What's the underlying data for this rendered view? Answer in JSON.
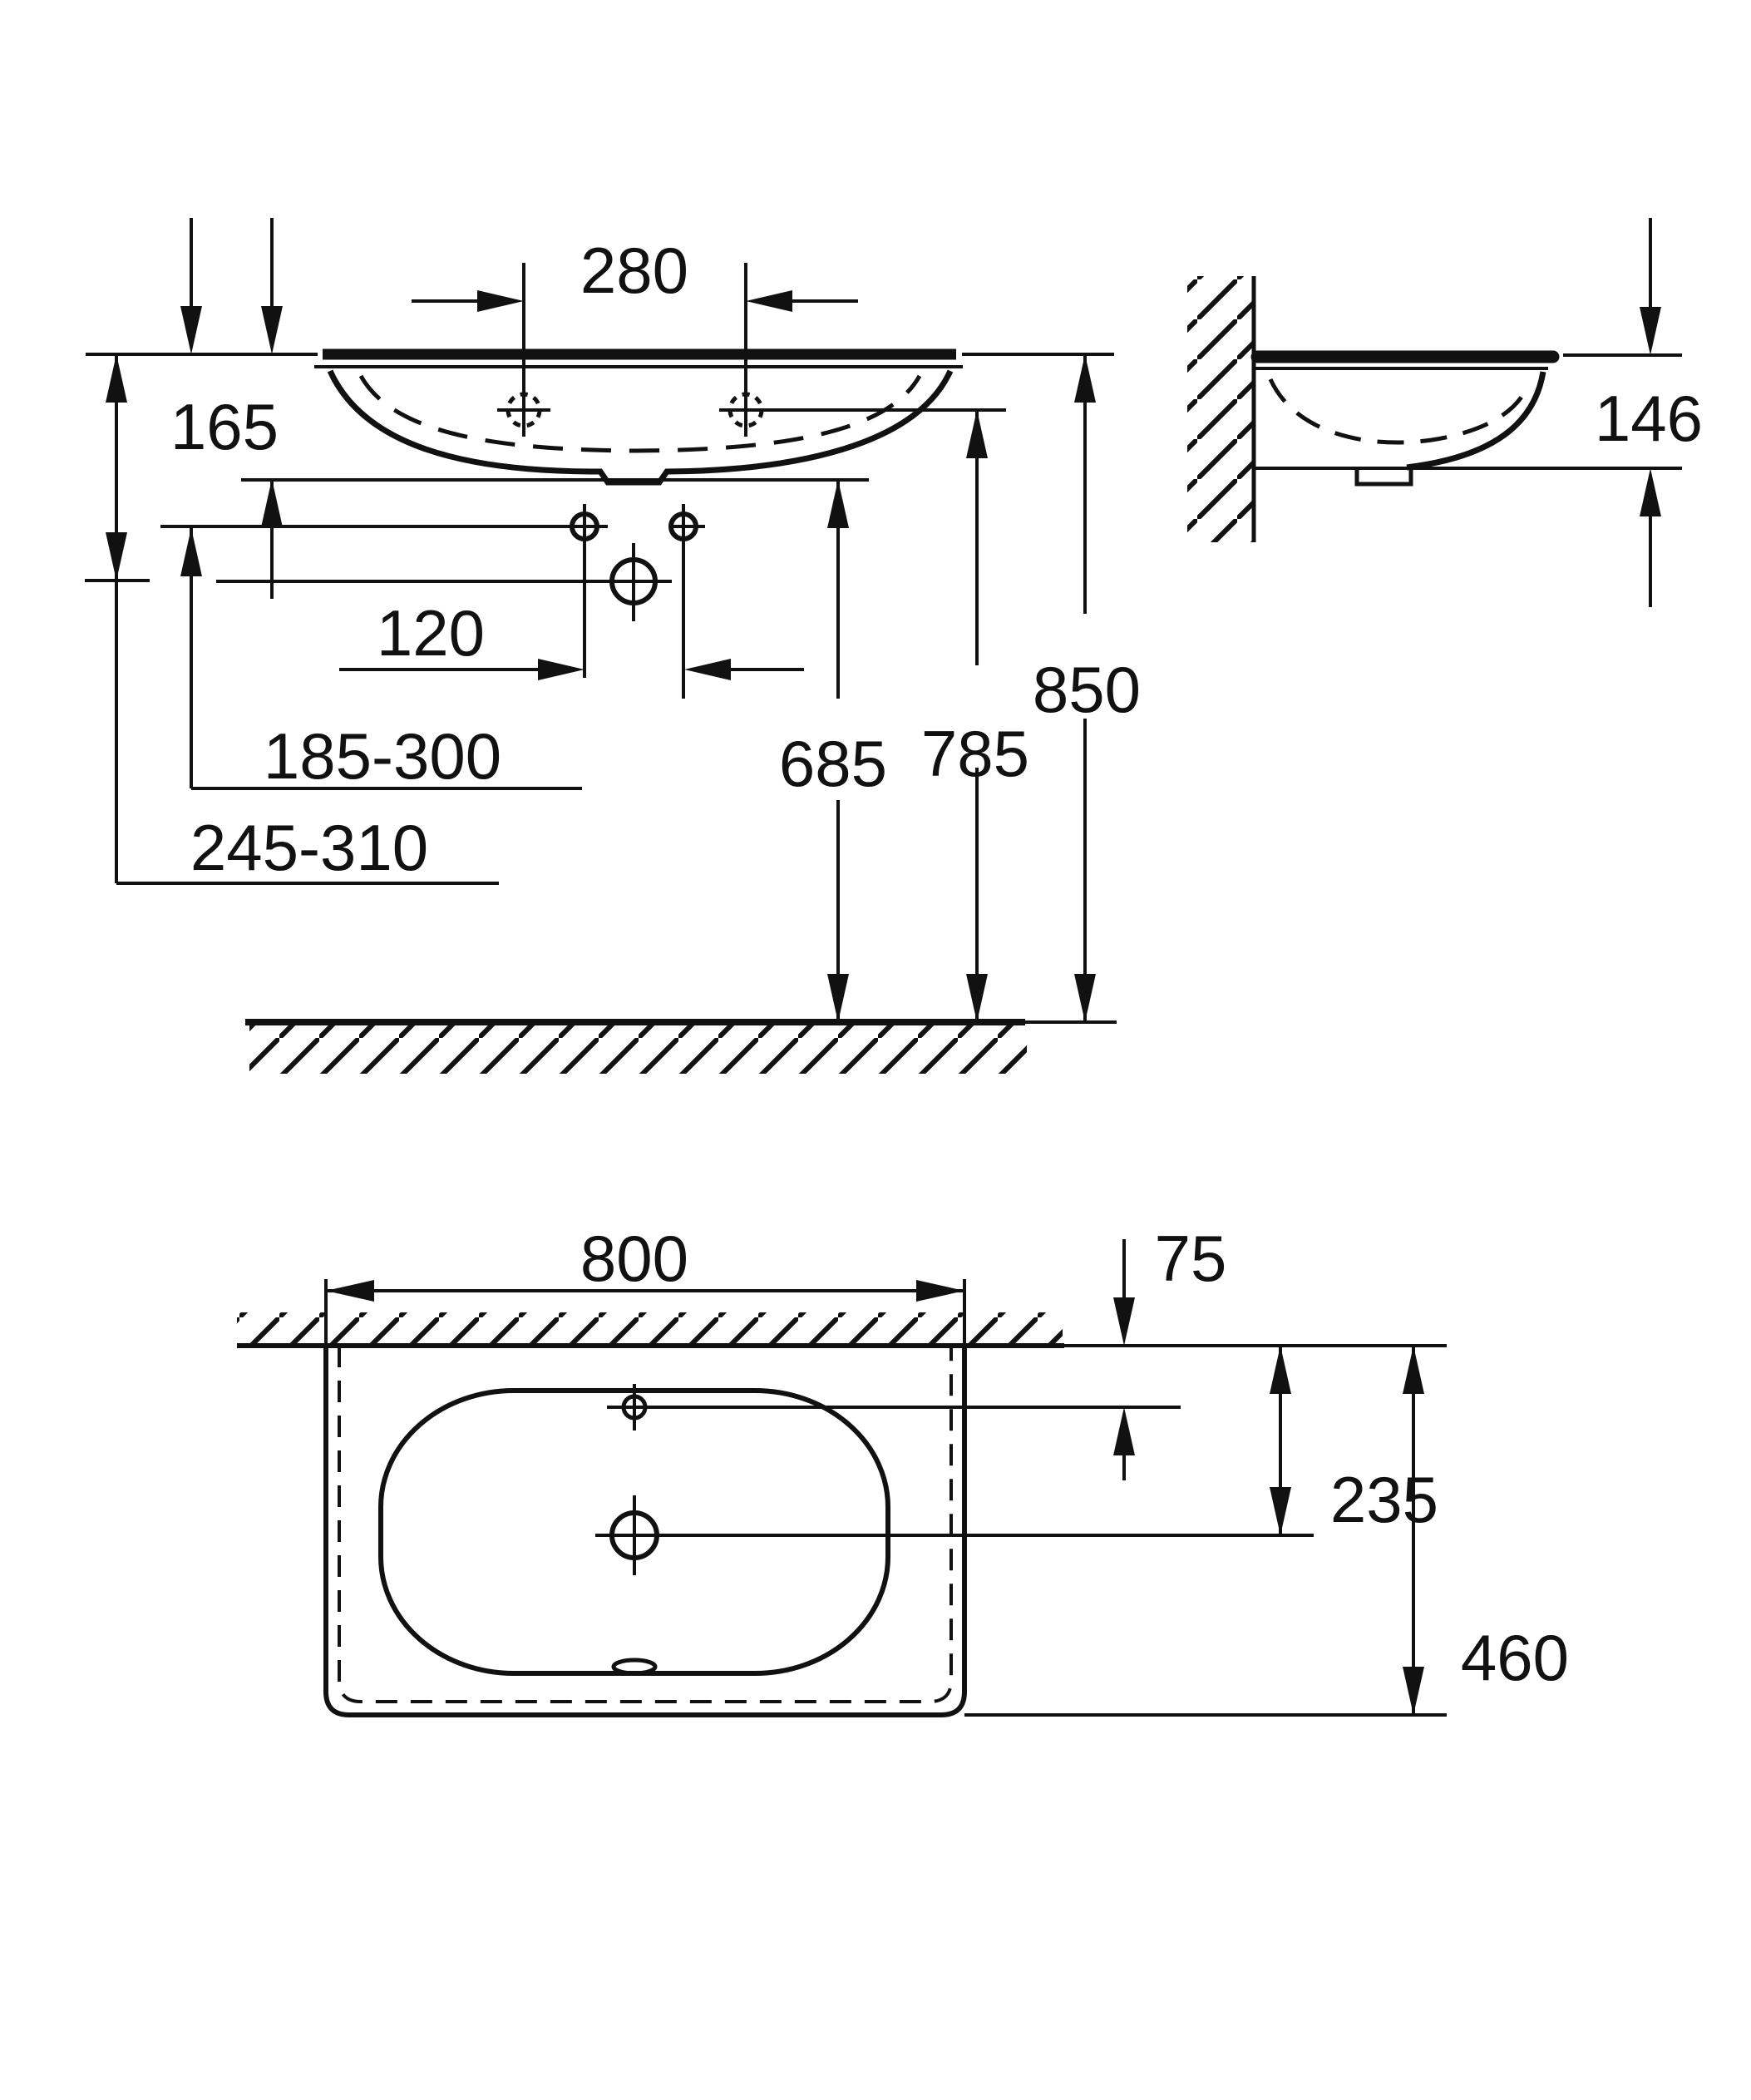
{
  "drawing": {
    "type": "technical-dimension-drawing",
    "subject": "wall-mounted washbasin",
    "line_color": "#111111",
    "background": "#ffffff",
    "front_view": {
      "tap_hole_spacing": "280",
      "bowl_depth": "165",
      "fixing_hole_spacing": "120",
      "fixing_range_upper": "185-300",
      "fixing_range_lower": "245-310",
      "height_bottom_edge": "685",
      "height_tap_holes": "785",
      "height_rim": "850"
    },
    "side_view": {
      "basin_height": "146"
    },
    "plan_view": {
      "width": "800",
      "tap_hole_rear_offset": "75",
      "drain_rear_offset": "235",
      "depth": "460"
    }
  }
}
